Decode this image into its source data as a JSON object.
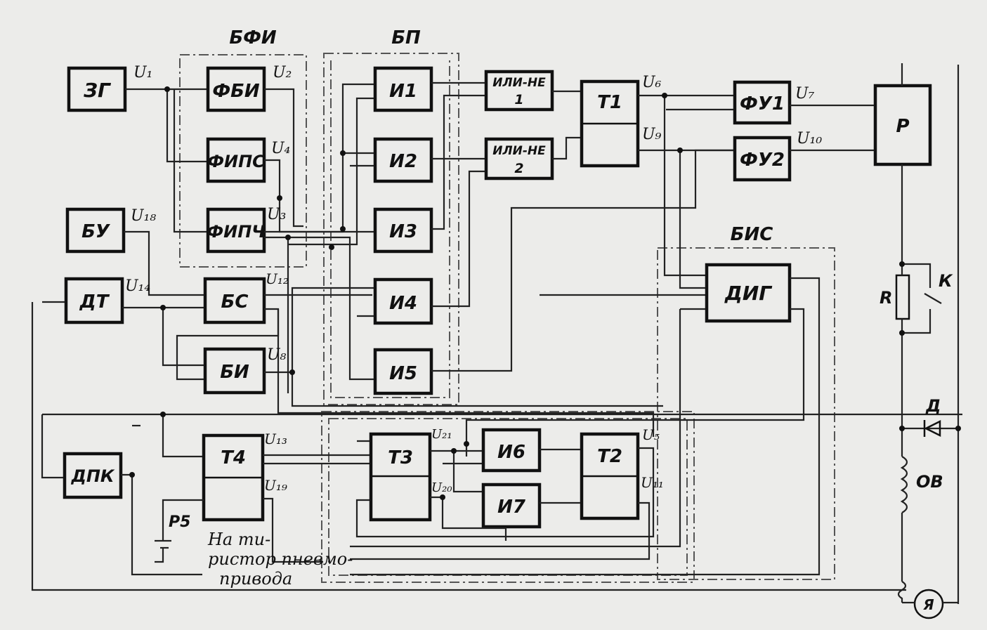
{
  "groups": {
    "bfi": "БФИ",
    "bp": "БП",
    "bis": "БИС"
  },
  "blocks": {
    "zg": "ЗГ",
    "fbi": "ФБИ",
    "fips": "ФИПС",
    "fipch": "ФИПЧ",
    "bu": "БУ",
    "dt": "ДТ",
    "bs": "БС",
    "bi": "БИ",
    "i1": "И1",
    "i2": "И2",
    "i3": "И3",
    "i4": "И4",
    "i5": "И5",
    "iline1_a": "ИЛИ-НЕ",
    "iline1_b": "1",
    "iline2_a": "ИЛИ-НЕ",
    "iline2_b": "2",
    "t1": "Т1",
    "fu1": "ФУ1",
    "fu2": "ФУ2",
    "p": "Р",
    "dig": "ДИГ",
    "dpk": "ДПК",
    "t4": "Т4",
    "t3": "Т3",
    "i6": "И6",
    "i7": "И7",
    "t2": "Т2"
  },
  "signals": {
    "u1": "U₁",
    "u2": "U₂",
    "u4": "U₄",
    "u3": "U₃",
    "u18": "U₁₈",
    "u14": "U₁₄",
    "u12": "U₁₂",
    "u8": "U₈",
    "u6": "U₆",
    "u9": "U₉",
    "u7": "U₇",
    "u10": "U₁₀",
    "u13": "U₁₃",
    "u19": "U₁₉",
    "u21": "U₂₁",
    "u20": "U₂₀",
    "u5": "U₅",
    "u11": "U₁₁"
  },
  "components": {
    "r": "R",
    "k": "К",
    "d": "Д",
    "ov": "ОВ",
    "ya": "Я",
    "p5": "Р5"
  },
  "note": {
    "line1": "На ти-",
    "line2": "ристор пневмо-",
    "line3": "привода"
  }
}
